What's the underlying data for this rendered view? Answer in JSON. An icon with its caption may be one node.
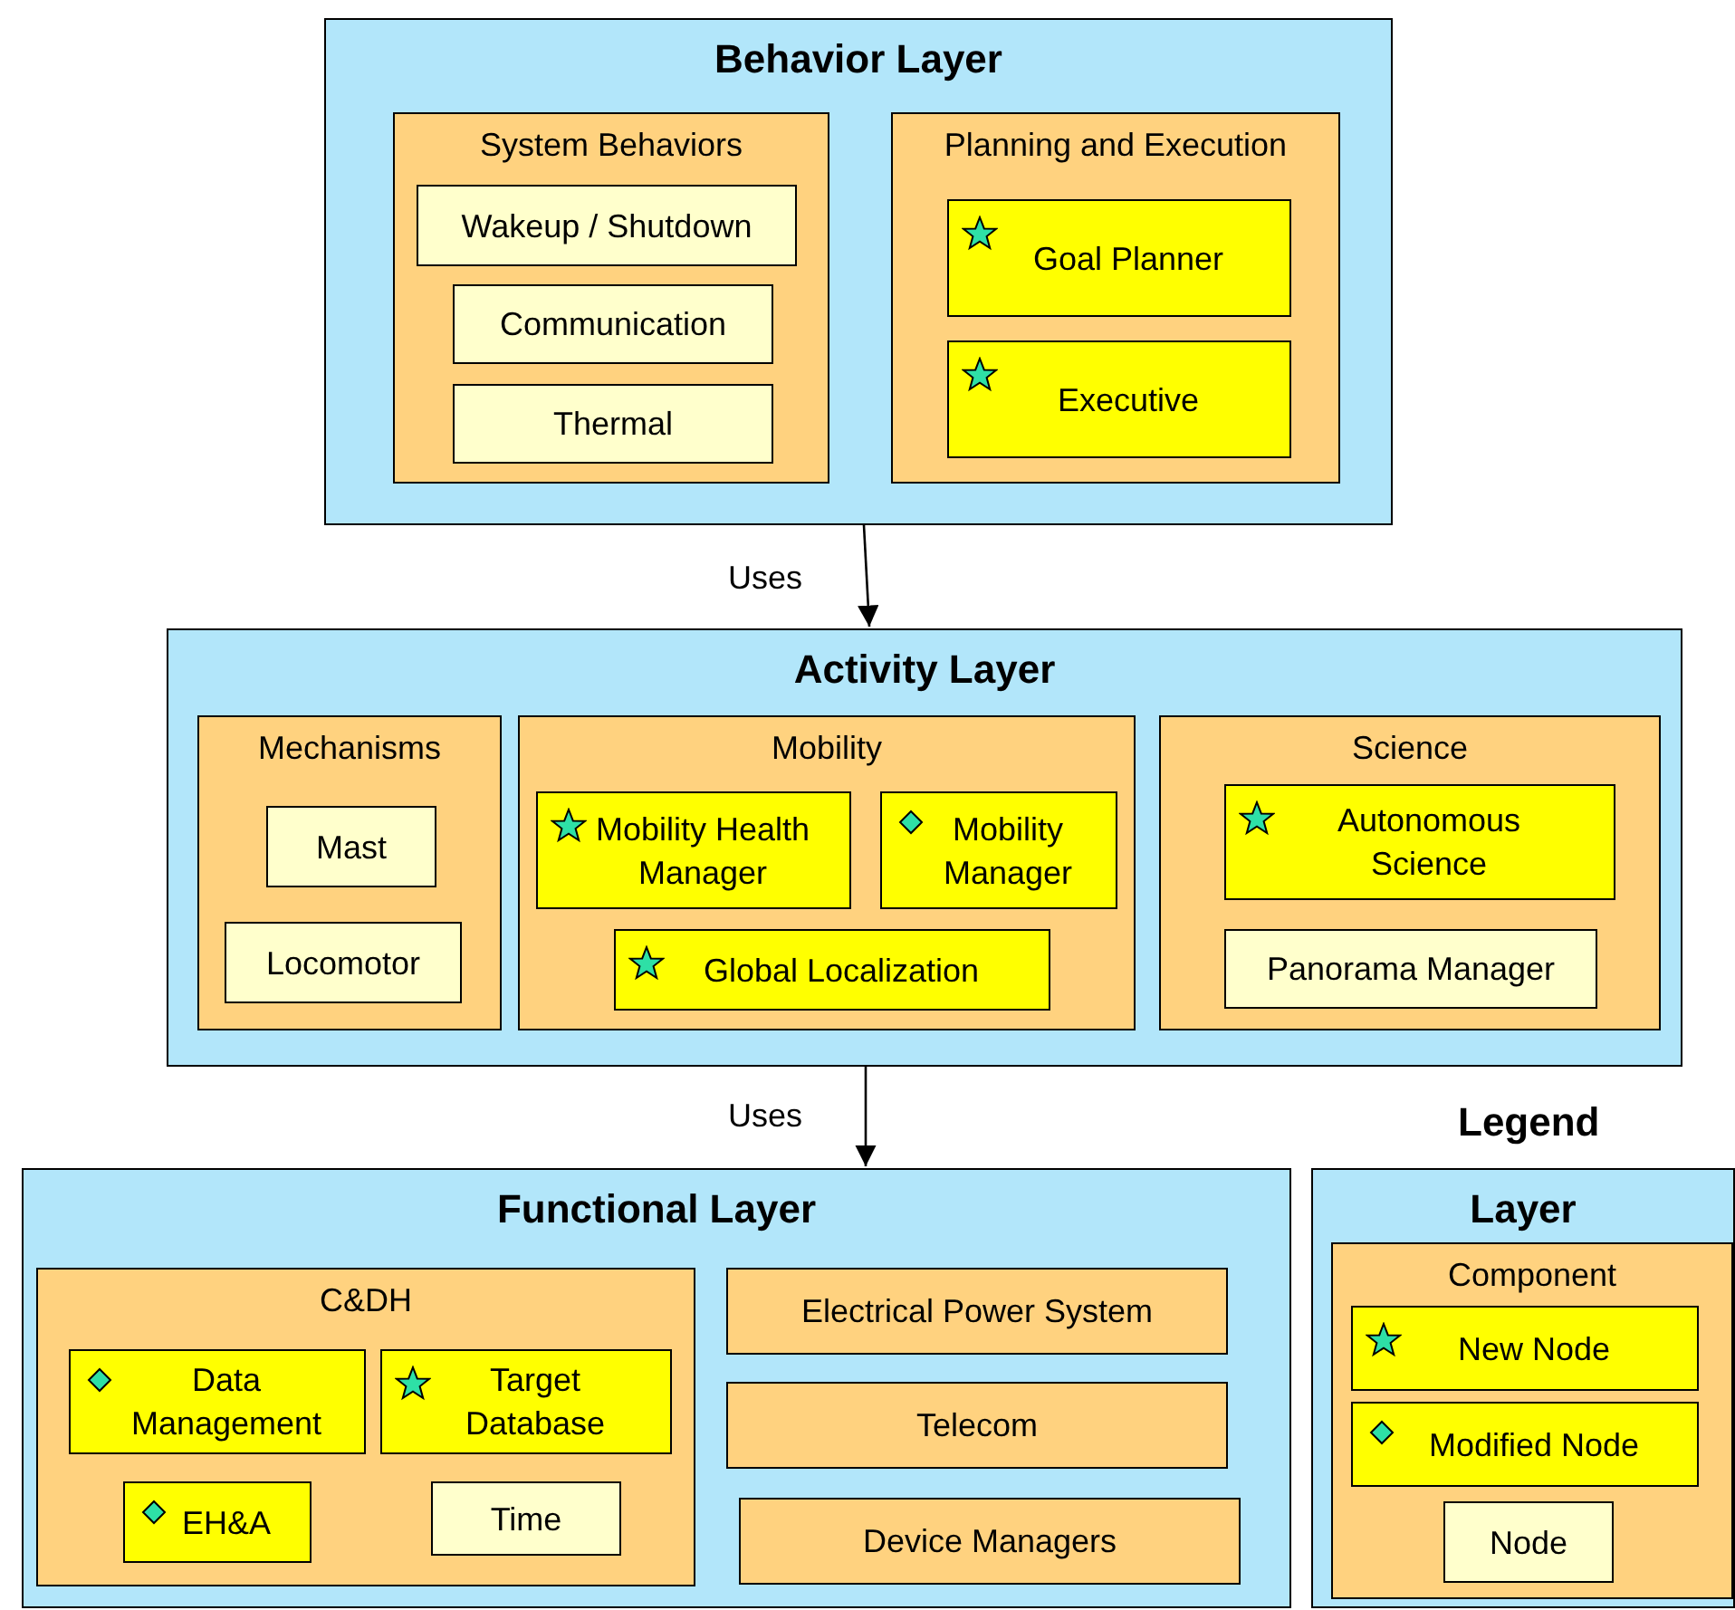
{
  "diagram": {
    "nodes": [
      {
        "text": [
          "Behavior Layer"
        ]
      },
      {
        "text": [
          "System Behaviors"
        ],
        "in": 0
      },
      {
        "text": [
          "Wakeup / Shutdown"
        ],
        "in": 1
      },
      {
        "text": [
          "Communication"
        ],
        "in": 1
      },
      {
        "text": [
          "Thermal"
        ],
        "in": 1
      },
      {
        "text": [
          "Planning and Execution"
        ],
        "in": 0
      },
      {
        "text": [
          "Goal Planner"
        ],
        "in": 5
      },
      {
        "text": [
          "Executive"
        ],
        "in": 5
      },
      {
        "text": [
          "Activity Layer"
        ]
      },
      {
        "text": [
          "Mechanisms"
        ],
        "in": 8
      },
      {
        "text": [
          "Mast"
        ],
        "in": 9
      },
      {
        "text": [
          "Locomotor"
        ],
        "in": 9
      },
      {
        "text": [
          "Mobility"
        ],
        "in": 8
      },
      {
        "text": [
          "Mobility Health Manager"
        ],
        "in": 12
      },
      {
        "text": [
          "Mobility Manager"
        ],
        "in": 12
      },
      {
        "text": [
          "Global Localization"
        ],
        "in": 12
      },
      {
        "text": [
          "Science"
        ],
        "in": 8
      },
      {
        "text": [
          "Autonomous Science"
        ],
        "in": 16
      },
      {
        "text": [
          "Panorama Manager"
        ],
        "in": 16
      },
      {
        "text": [
          "Functional Layer"
        ]
      },
      {
        "text": [
          "C&DH"
        ],
        "in": 19
      },
      {
        "text": [
          "Data Management"
        ],
        "in": 20
      },
      {
        "text": [
          "Target Database"
        ],
        "in": 20
      },
      {
        "text": [
          "EH&A"
        ],
        "in": 20
      },
      {
        "text": [
          "Time"
        ],
        "in": 20
      },
      {
        "text": [
          "Electrical Power System"
        ],
        "in": 19
      },
      {
        "text": [
          "Telecom"
        ],
        "in": 19
      },
      {
        "text": [
          "Device Managers"
        ],
        "in": 19
      },
      {
        "text": [
          "Layer"
        ]
      },
      {
        "text": [
          "Component"
        ],
        "in": 28
      },
      {
        "text": [
          "New Node"
        ],
        "in": 29
      },
      {
        "text": [
          "Modified Node"
        ],
        "in": 29
      },
      {
        "text": [
          "Node"
        ],
        "in": 29
      }
    ],
    "edges": [
      {
        "from": 0,
        "to": 8,
        "arrow": "to",
        "label": "Uses"
      },
      {
        "from": 8,
        "to": 19,
        "arrow": "to",
        "label": "Uses"
      }
    ],
    "labels": [
      "Legend"
    ]
  }
}
